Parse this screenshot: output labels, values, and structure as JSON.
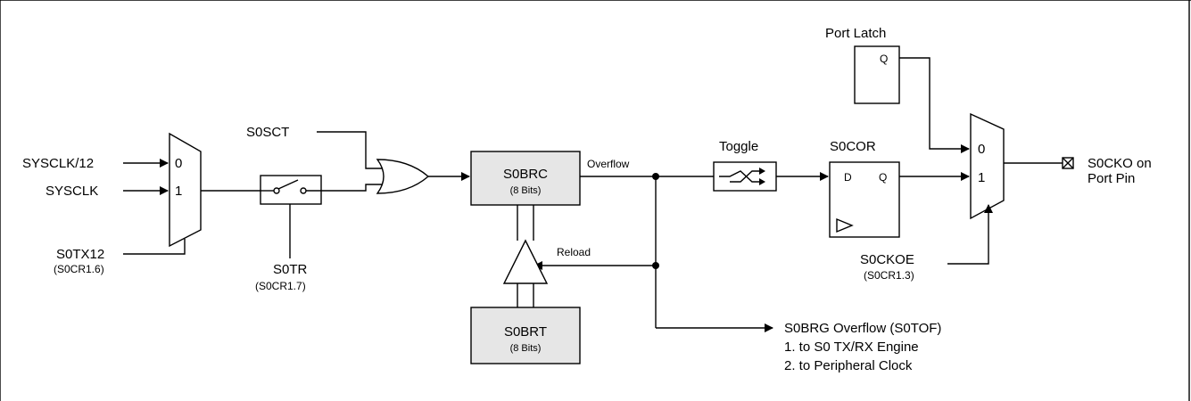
{
  "inputs": {
    "sysclk12": "SYSCLK/12",
    "sysclk": "SYSCLK",
    "s0tx12": "S0TX12",
    "s0tx12_reg": "(S0CR1.6)",
    "s0sct": "S0SCT",
    "s0tr": "S0TR",
    "s0tr_reg": "(S0CR1.7)",
    "s0ckoe": "S0CKOE",
    "s0ckoe_reg": "(S0CR1.3)"
  },
  "mux_left": {
    "in0": "0",
    "in1": "1"
  },
  "mux_right": {
    "in0": "0",
    "in1": "1"
  },
  "s0brc": {
    "name": "S0BRC",
    "sub": "(8 Bits)"
  },
  "s0brt": {
    "name": "S0BRT",
    "sub": "(8 Bits)"
  },
  "overflow": "Overflow",
  "reload": "Reload",
  "toggle": "Toggle",
  "s0cor": {
    "name": "S0COR",
    "d": "D",
    "q": "Q"
  },
  "port_latch": {
    "name": "Port Latch",
    "q": "Q"
  },
  "output": {
    "line1": "S0CKO on",
    "line2": "Port Pin"
  },
  "brg": {
    "title": "S0BRG Overflow (S0TOF)",
    "item1": "1. to S0 TX/RX Engine",
    "item2": "2. to Peripheral Clock"
  },
  "colors": {
    "register_fill": "#e6e6e6",
    "line": "#000000"
  }
}
